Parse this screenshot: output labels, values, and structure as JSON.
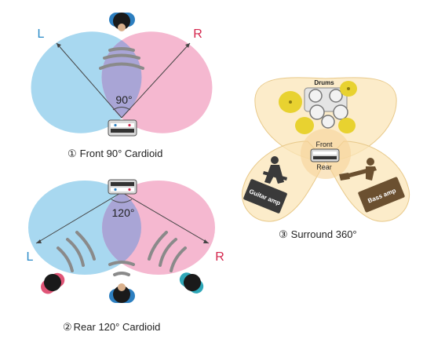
{
  "front": {
    "left_label": "L",
    "right_label": "R",
    "angle": "90°",
    "caption_number": "①",
    "caption_text": "Front 90° Cardioid"
  },
  "rear": {
    "left_label": "L",
    "right_label": "R",
    "angle": "120°",
    "caption_number": "②",
    "caption_text": "Rear 120° Cardioid"
  },
  "surround": {
    "drums_label": "Drums",
    "front_label": "Front",
    "rear_label": "Rear",
    "guitar_label": "Guitar amp",
    "bass_label": "Bass amp",
    "caption_number": "③",
    "caption_text": "Surround 360°"
  },
  "colors": {
    "left_lobe": "#a8d8f0",
    "right_lobe": "#f5b8d0",
    "overlap": "#a9a5d6",
    "left_label": "#2a8ac8",
    "right_label": "#d4264d",
    "surround_lobe": "#fbe6b8",
    "cymbal": "#e8d230",
    "amp": "#6b5030"
  }
}
